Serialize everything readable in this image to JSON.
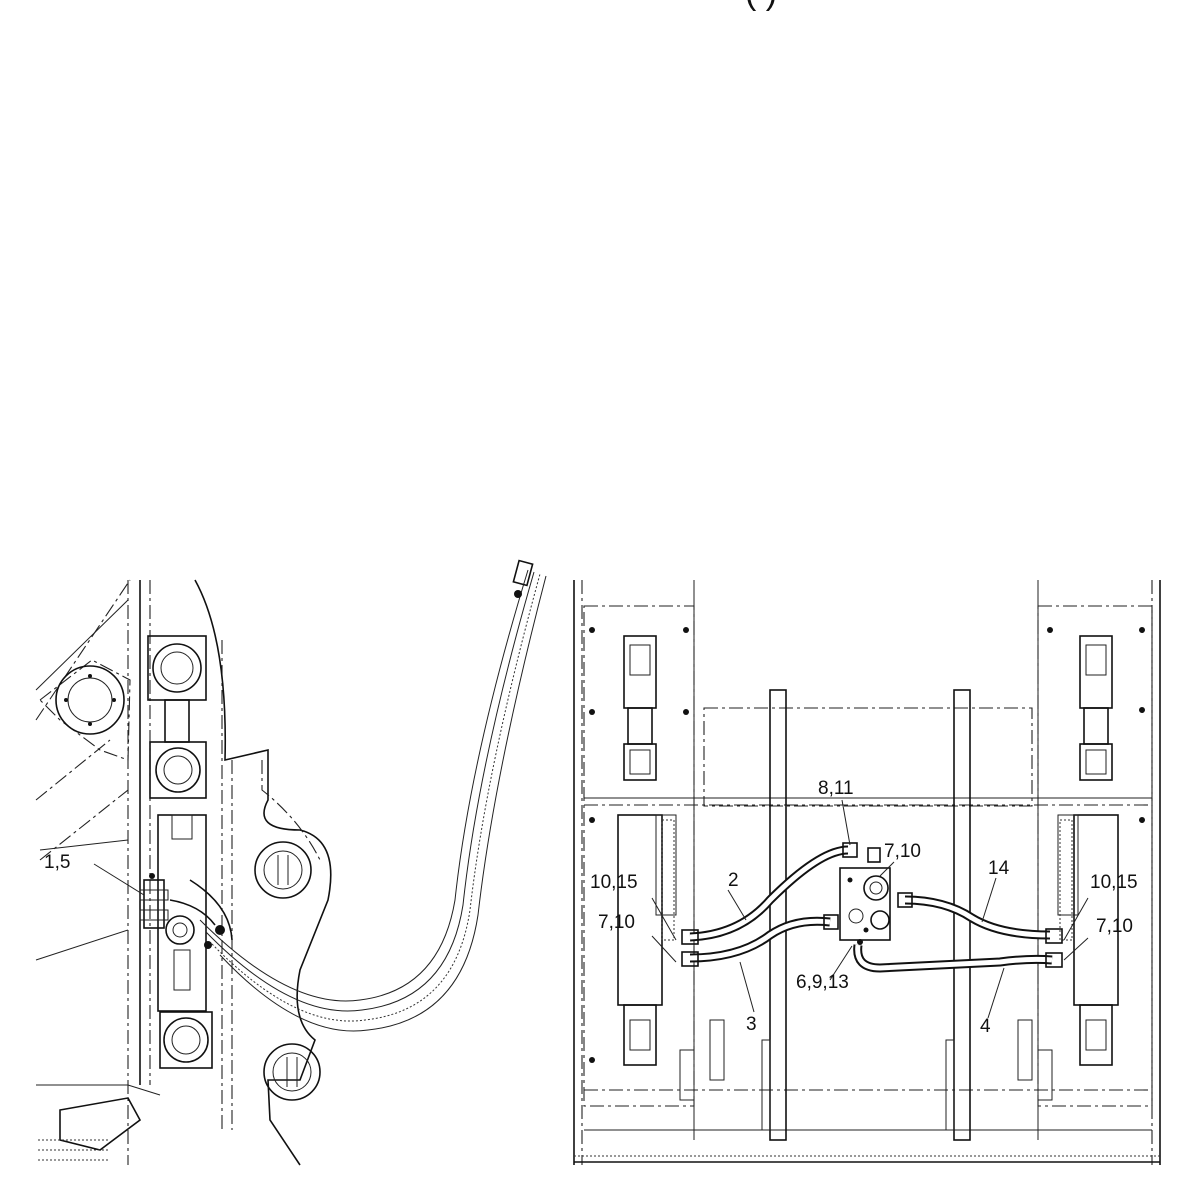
{
  "header": {
    "partial_title": "(                    )"
  },
  "left_view": {
    "callouts": [
      "1,5"
    ]
  },
  "right_view": {
    "callouts": [
      "8,11",
      "7,10",
      "14",
      "10,15",
      "2",
      "10,15",
      "7,10",
      "7,10",
      "3",
      "6,9,13",
      "4"
    ]
  }
}
